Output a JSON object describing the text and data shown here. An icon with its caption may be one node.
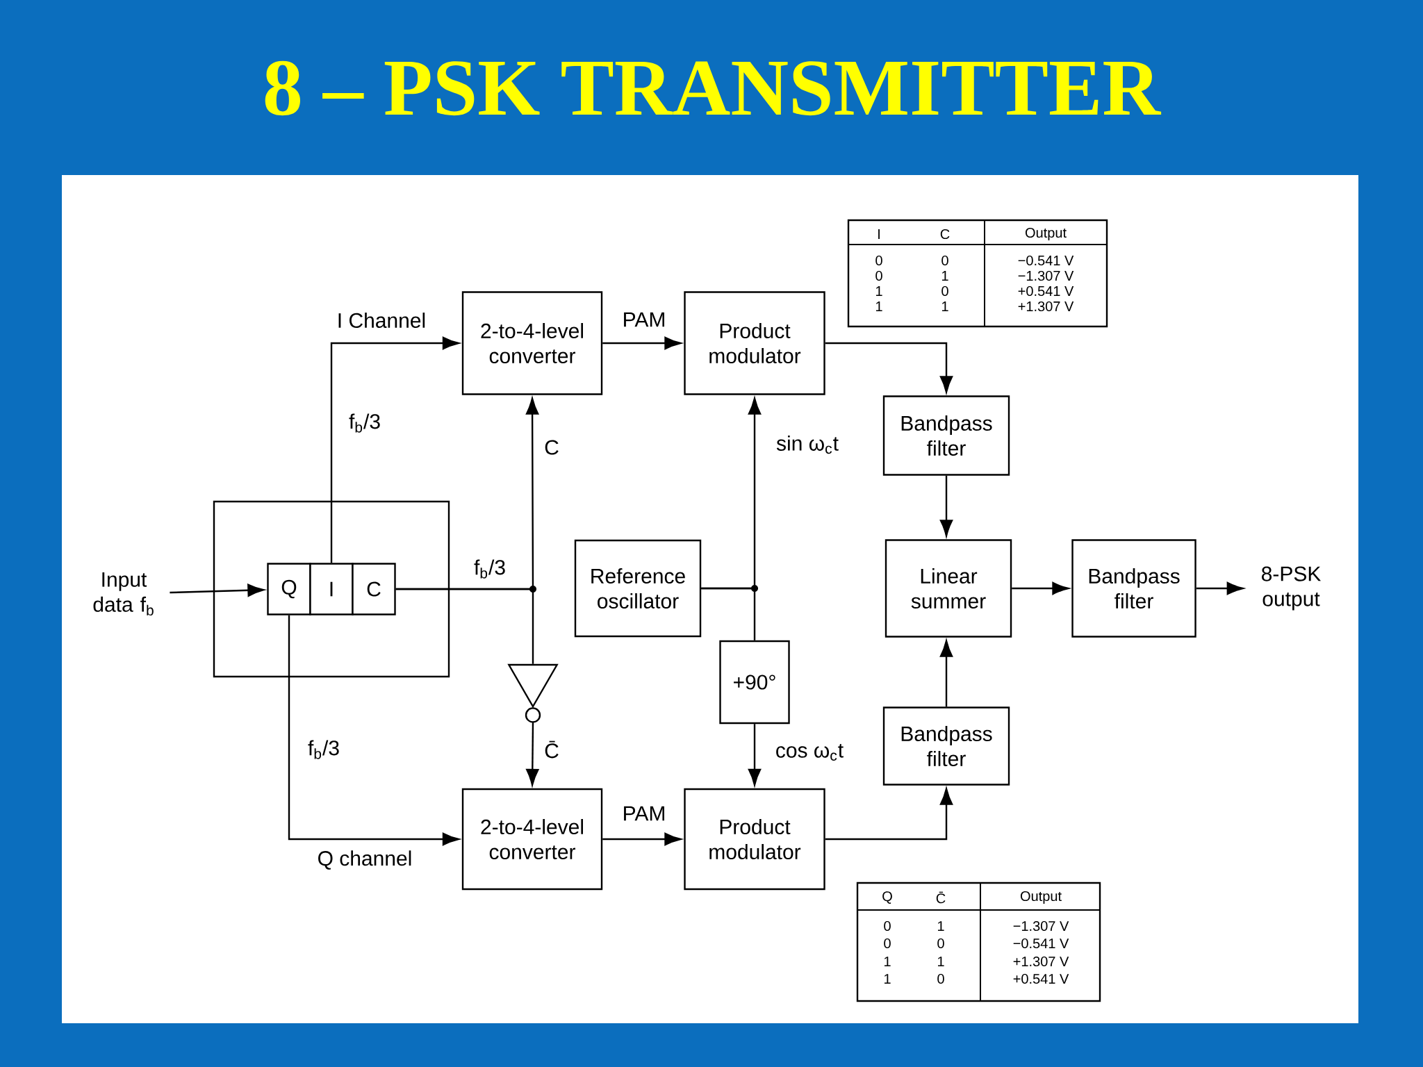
{
  "diagram": {
    "title": "8 – PSK TRANSMITTER",
    "nodes": [
      {
        "text": [
          "Input data f$_{b}$"
        ]
      },
      {
        "text": [],
        "shape": "box"
      },
      {
        "text": [
          "Q"
        ],
        "in": 1
      },
      {
        "text": [
          "I"
        ],
        "in": 1
      },
      {
        "text": [
          "C"
        ],
        "in": 1
      },
      {
        "text": [
          "2-to-4-level converter"
        ]
      },
      {
        "text": [
          "Product modulator"
        ]
      },
      {
        "text": [
          "Bandpass filter"
        ]
      },
      {
        "text": [
          "Reference oscillator"
        ]
      },
      {
        "text": [
          "Linear summer"
        ]
      },
      {
        "text": [
          "Bandpass filter"
        ]
      },
      {
        "text": [
          "8-PSK output"
        ]
      },
      {
        "text": [
          "+90°"
        ]
      },
      {
        "text": [],
        "shape": "triangle"
      },
      {
        "text": [
          "2-to-4-level converter"
        ]
      },
      {
        "text": [
          "Product modulator"
        ]
      },
      {
        "text": [
          "Bandpass filter"
        ]
      }
    ],
    "edges": [
      {
        "from": 0,
        "to": 2,
        "arrow": "to"
      },
      {
        "from": 3,
        "to": 5,
        "arrow": "to",
        "label": "f$_{b}$/3"
      },
      {
        "from": 2,
        "to": 14,
        "arrow": "to",
        "label": "f$_{b}$/3"
      },
      {
        "from": 4,
        "to": 5,
        "arrow": "to",
        "label": "C"
      },
      {
        "from": 4,
        "to": 13,
        "arrow": "none",
        "label": "f$_{b}$/3"
      },
      {
        "from": 13,
        "to": 14,
        "arrow": "to",
        "label": "C̄"
      },
      {
        "from": 5,
        "to": 6,
        "arrow": "to",
        "label": "PAM"
      },
      {
        "from": 14,
        "to": 15,
        "arrow": "to",
        "label": "PAM"
      },
      {
        "from": 6,
        "to": 7,
        "arrow": "to"
      },
      {
        "from": 15,
        "to": 16,
        "arrow": "to"
      },
      {
        "from": 7,
        "to": 9,
        "arrow": "to"
      },
      {
        "from": 16,
        "to": 9,
        "arrow": "to"
      },
      {
        "from": 9,
        "to": 10,
        "arrow": "to"
      },
      {
        "from": 10,
        "to": 11,
        "arrow": "to"
      },
      {
        "from": 8,
        "to": 6,
        "arrow": "to",
        "label": "sin ω$_{c}$t"
      },
      {
        "from": 8,
        "to": 12,
        "arrow": "none"
      },
      {
        "from": 12,
        "to": 15,
        "arrow": "to",
        "label": "cos ω$_{c}$t"
      }
    ],
    "labels": [
      "I",
      "C",
      "Output",
      "0",
      "0",
      "−0.541 V",
      "0",
      "1",
      "−1.307 V",
      "1",
      "0",
      "+0.541 V",
      "1",
      "1",
      "+1.307 V",
      "I Channel",
      "Q channel",
      "Q",
      "C̄",
      "Output",
      "0",
      "1",
      "−1.307 V",
      "0",
      "0",
      "−0.541 V",
      "1",
      "1",
      "+1.307 V",
      "1",
      "0",
      "+0.541 V"
    ]
  }
}
